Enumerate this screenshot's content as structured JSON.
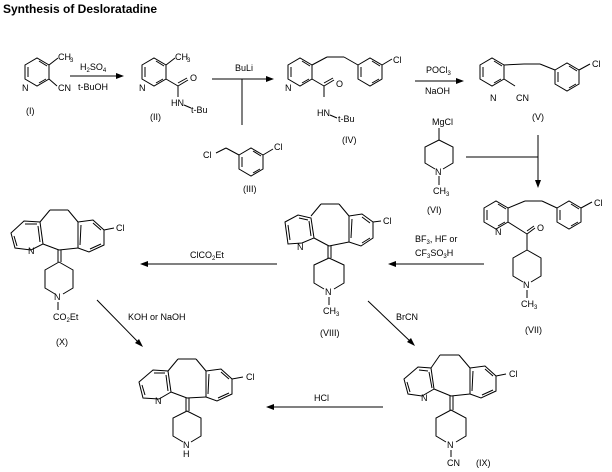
{
  "title": "Synthesis of Desloratadine",
  "compounds": {
    "I": {
      "label": "(I)",
      "groups": {
        "ch3": "CH",
        "ch3_sub": "3",
        "cn": "CN",
        "n": "N"
      }
    },
    "II": {
      "label": "(II)",
      "groups": {
        "ch3": "CH",
        "ch3_sub": "3",
        "o": "O",
        "hn": "HN",
        "tbu": "t-Bu",
        "n": "N"
      }
    },
    "III": {
      "label": "(III)",
      "groups": {
        "cl1": "Cl",
        "cl2": "Cl"
      }
    },
    "IV": {
      "label": "(IV)",
      "groups": {
        "cl": "Cl",
        "o": "O",
        "hn": "HN",
        "tbu": "t-Bu",
        "n": "N"
      }
    },
    "V": {
      "label": "(V)",
      "groups": {
        "cl": "Cl",
        "cn": "CN",
        "n": "N"
      }
    },
    "VI": {
      "label": "(VI)",
      "groups": {
        "mgcl": "MgCl",
        "n": "N",
        "ch3": "CH",
        "ch3_sub": "3"
      }
    },
    "VII": {
      "label": "(VII)",
      "groups": {
        "cl": "Cl",
        "o": "O",
        "n": "N",
        "n2": "N",
        "ch3": "CH",
        "ch3_sub": "3"
      }
    },
    "VIII": {
      "label": "(VIII)",
      "groups": {
        "cl": "Cl",
        "n": "N",
        "n2": "N",
        "ch3": "CH",
        "ch3_sub": "3"
      }
    },
    "IX": {
      "label": "(IX)",
      "groups": {
        "cl": "Cl",
        "n": "N",
        "n2": "N",
        "cn": "CN"
      }
    },
    "X": {
      "label": "(X)",
      "groups": {
        "cl": "Cl",
        "n": "N",
        "n2": "N",
        "co2": "CO",
        "co2_sub": "2",
        "et": "Et"
      }
    },
    "product": {
      "label": "",
      "groups": {
        "cl": "Cl",
        "n": "N",
        "nh_n": "N",
        "nh_h": "H"
      }
    }
  },
  "reagents": {
    "step1": {
      "top": "H",
      "top_sub1": "2",
      "top_mid": "SO",
      "top_sub2": "4",
      "bottom": "t-BuOH"
    },
    "step2": {
      "top": "BuLi"
    },
    "step3": {
      "top": "POCl",
      "top_sub": "3",
      "bottom": "NaOH"
    },
    "step5": {
      "line1_a": "BF",
      "line1_sub": "3",
      "line1_b": ", HF or",
      "line2_a": "CF",
      "line2_sub1": "3",
      "line2_b": "SO",
      "line2_sub2": "3",
      "line2_c": "H"
    },
    "step6": {
      "top": "ClCO",
      "top_sub": "2",
      "top_b": "Et"
    },
    "step7": {
      "top": "BrCN"
    },
    "step8": {
      "top": "KOH or NaOH"
    },
    "step9": {
      "top": "HCl"
    }
  }
}
